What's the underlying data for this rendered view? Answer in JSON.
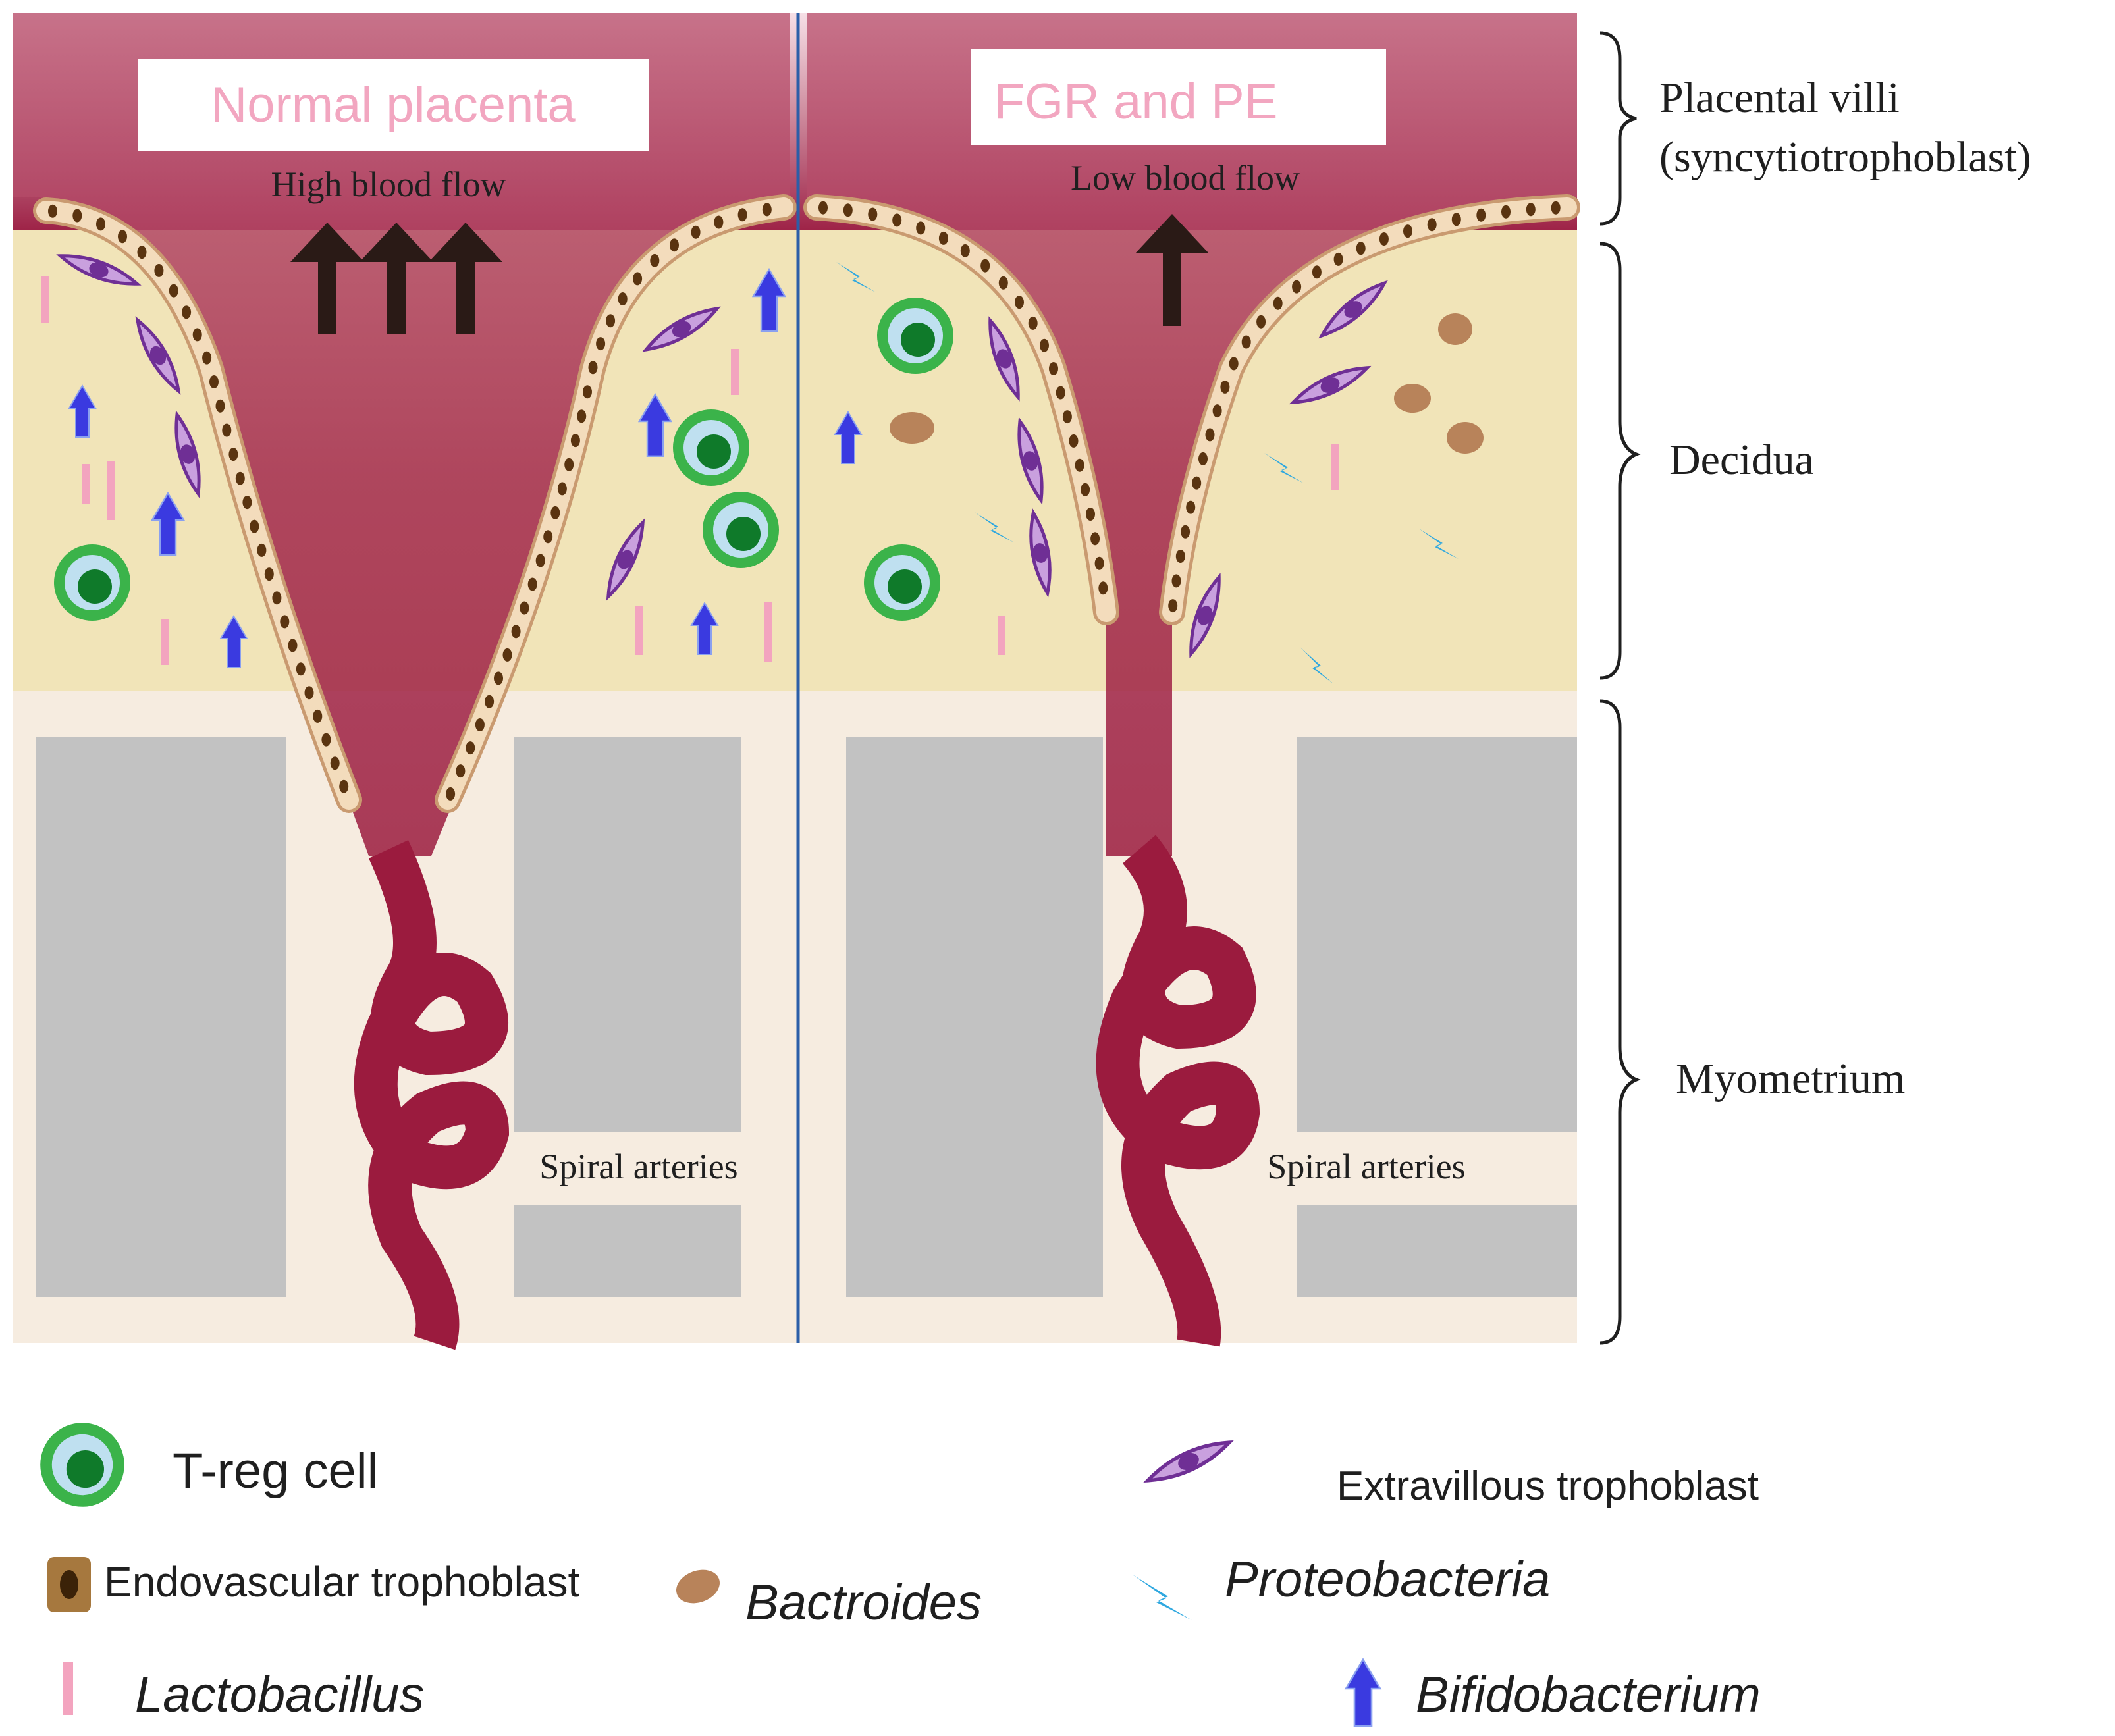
{
  "panels": {
    "normal": {
      "title": "Normal placenta",
      "flow_label": "High blood flow",
      "arrow_count": 3,
      "artery_label": "Spiral arteries"
    },
    "fgr": {
      "title": "FGR and PE",
      "flow_label": "Low blood flow",
      "arrow_count": 1,
      "artery_label": "Spiral arteries"
    }
  },
  "layers": {
    "villi_line1": "Placental villi",
    "villi_line2": "(syncytiotrophoblast)",
    "decidua": "Decidua",
    "myometrium": "Myometrium"
  },
  "legend": {
    "treg": "T-reg cell",
    "evt": "Extravillous trophoblast",
    "endo": "Endovascular trophoblast",
    "bact": "Bactroides",
    "proteo": "Proteobacteria",
    "lacto": "Lactobacillus",
    "bifido": "Bifidobacterium"
  },
  "colors": {
    "vessel": "#9b1b3e",
    "villi_top": "#f4dbe2",
    "decidua": "#f1e4b8",
    "myometrium_bg": "#f6ece0",
    "muscle_gray": "#c2c2c2",
    "treg_ring": "#3bb34a",
    "treg_nucleus": "#0f7a2a",
    "evt": "#8b4fb0",
    "endo": "#a6783e",
    "bacteroides": "#b8835a",
    "proteobacteria": "#2fa8e0",
    "lactobacillus": "#f3a4bf",
    "bifidobacterium": "#3a3ae0",
    "divider": "#2b5ea8",
    "title_pink": "#f2a6c0"
  }
}
